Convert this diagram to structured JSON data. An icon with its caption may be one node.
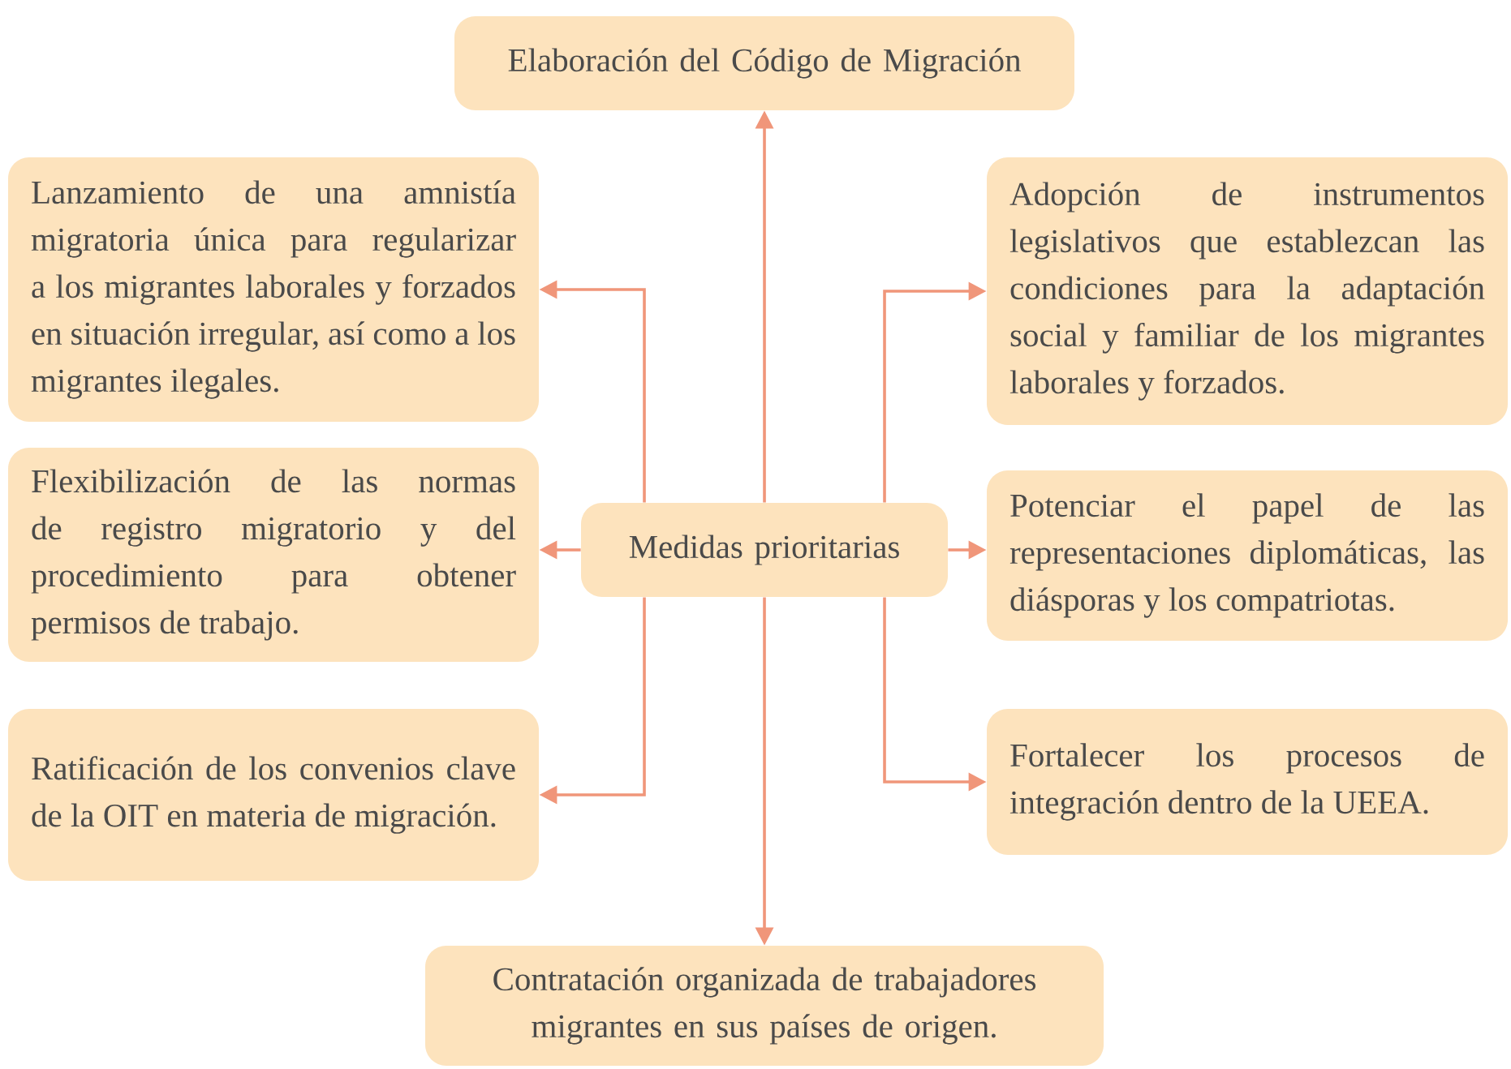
{
  "diagram": {
    "nodes": [
      {
        "text": [
          "Medidas prioritarias"
        ]
      },
      {
        "text": [
          "Elaboración del Código de Migración"
        ]
      },
      {
        "text": [
          "Lanzamiento de una amnistía migratoria única para regularizar a los migrantes laborales y forzados en situación irregular, así como a los migrantes ilegales."
        ]
      },
      {
        "text": [
          "Flexibilización de las normas de registro migratorio y del procedimiento para obtener permisos de trabajo."
        ]
      },
      {
        "text": [
          "Ratificación de los convenios clave de la OIT en materia de migración."
        ]
      },
      {
        "text": [
          "Adopción de instrumentos legislativos que establezcan las condiciones para la adaptación social y familiar de los migrantes laborales y forzados."
        ]
      },
      {
        "text": [
          "Potenciar el papel de las representaciones diplomáticas, las diásporas y los compatriotas."
        ]
      },
      {
        "text": [
          "Fortalecer los procesos de integración dentro de la UEEA."
        ]
      },
      {
        "text": [
          "Contratación organizada de trabajadores migrantes en sus países de origen."
        ]
      }
    ],
    "edges": [
      {
        "from": 0,
        "to": 1,
        "arrow": "to"
      },
      {
        "from": 0,
        "to": 2,
        "arrow": "to"
      },
      {
        "from": 0,
        "to": 3,
        "arrow": "to"
      },
      {
        "from": 0,
        "to": 4,
        "arrow": "to"
      },
      {
        "from": 0,
        "to": 5,
        "arrow": "to"
      },
      {
        "from": 0,
        "to": 6,
        "arrow": "to"
      },
      {
        "from": 0,
        "to": 7,
        "arrow": "to"
      },
      {
        "from": 0,
        "to": 8,
        "arrow": "to"
      }
    ]
  }
}
